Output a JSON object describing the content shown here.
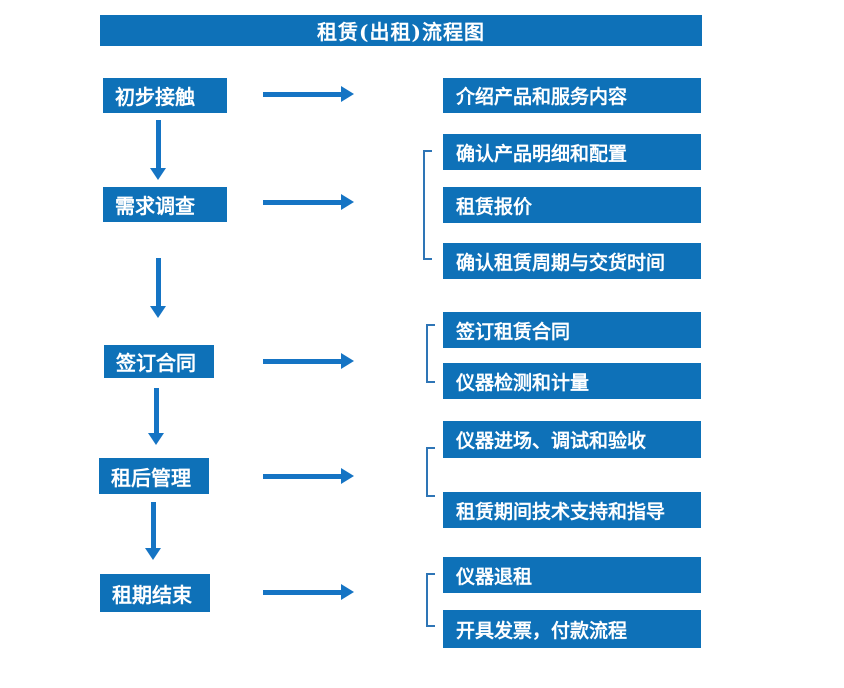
{
  "title": "租赁(出租)流程图",
  "colors": {
    "box_blue": "#0E71B8",
    "arrow_blue": "#1574C4",
    "bracket_blue": "#2E75B6",
    "text_white": "#FFFFFF"
  },
  "steps": [
    {
      "label": "初步接触",
      "outputs": [
        "介绍产品和服务内容"
      ]
    },
    {
      "label": "需求调查",
      "outputs": [
        "确认产品明细和配置",
        "租赁报价",
        "确认租赁周期与交货时间"
      ]
    },
    {
      "label": "签订合同",
      "outputs": [
        "签订租赁合同",
        "仪器检测和计量"
      ]
    },
    {
      "label": "租后管理",
      "outputs": [
        "仪器进场、调试和验收",
        "租赁期间技术支持和指导"
      ]
    },
    {
      "label": "租期结束",
      "outputs": [
        "仪器退租",
        "开具发票，付款流程"
      ]
    }
  ]
}
